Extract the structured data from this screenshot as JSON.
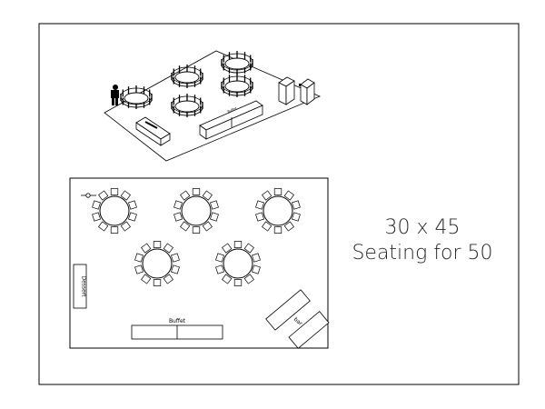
{
  "plan": {
    "table_label_buffet": "Buffet",
    "table_label_dessert": "Dessert",
    "table_label_bar": "bar"
  },
  "perspective": {
    "buffet_label": "Buffet"
  },
  "caption": {
    "dimensions": "30 x 45",
    "seating": "Seating for 50"
  },
  "icons": [
    "microphone-icon",
    "dj-figure-icon",
    "round-table-icon",
    "chair-icon"
  ]
}
